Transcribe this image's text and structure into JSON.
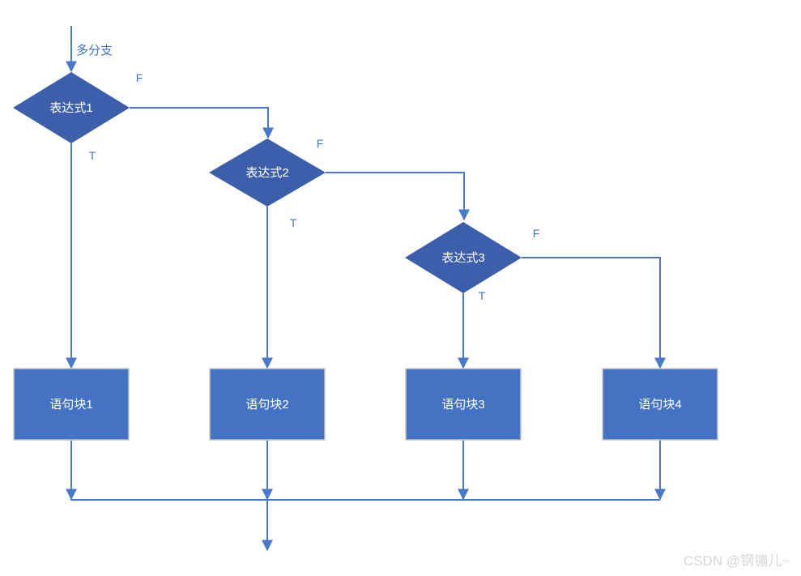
{
  "diagram": {
    "entry_label": "多分支",
    "decisions": [
      {
        "label": "表达式1",
        "true_label": "T",
        "false_label": "F"
      },
      {
        "label": "表达式2",
        "true_label": "T",
        "false_label": "F"
      },
      {
        "label": "表达式3",
        "true_label": "T",
        "false_label": "F"
      }
    ],
    "blocks": [
      {
        "label": "语句块1"
      },
      {
        "label": "语句块2"
      },
      {
        "label": "语句块3"
      },
      {
        "label": "语句块4"
      }
    ],
    "watermark": "CSDN @钢镚儿~",
    "colors": {
      "decision_fill": "#3d5fab",
      "block_fill": "#4573c4",
      "block_border": "#cbc8c0",
      "connector": "#4b79c9",
      "label_text": "#4472c4",
      "shape_text": "#ffffff",
      "watermark": "#d4d3d1",
      "background": "#ffffff"
    }
  }
}
